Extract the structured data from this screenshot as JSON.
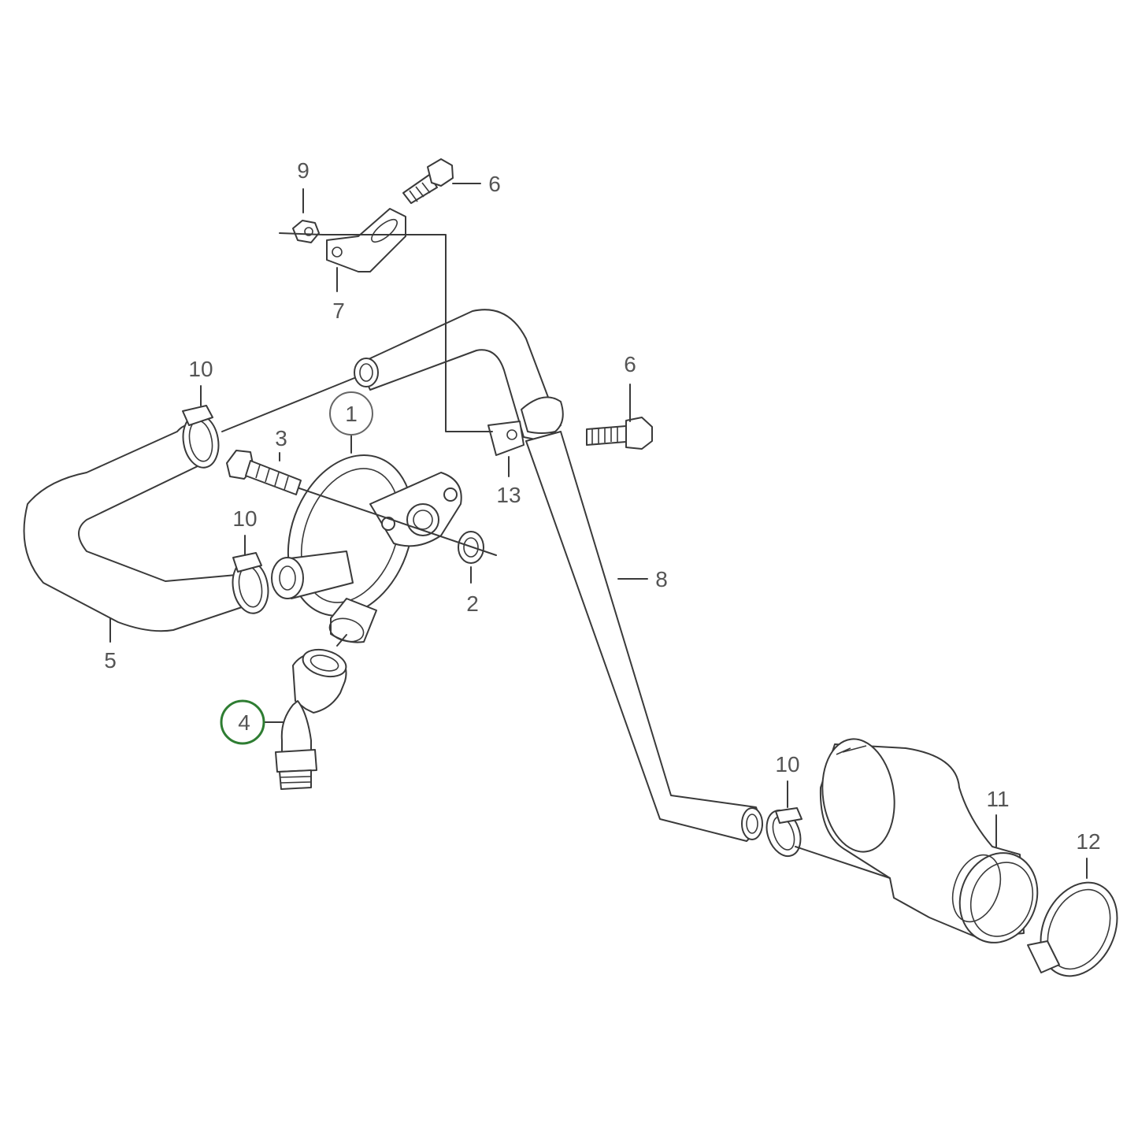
{
  "diagram": {
    "callouts": [
      {
        "id": "c1",
        "label": "1"
      },
      {
        "id": "c2",
        "label": "2"
      },
      {
        "id": "c3",
        "label": "3"
      },
      {
        "id": "c4",
        "label": "4"
      },
      {
        "id": "c5",
        "label": "5"
      },
      {
        "id": "c6a",
        "label": "6"
      },
      {
        "id": "c6b",
        "label": "6"
      },
      {
        "id": "c7",
        "label": "7"
      },
      {
        "id": "c8",
        "label": "8"
      },
      {
        "id": "c9",
        "label": "9"
      },
      {
        "id": "c10a",
        "label": "10"
      },
      {
        "id": "c10b",
        "label": "10"
      },
      {
        "id": "c10c",
        "label": "10"
      },
      {
        "id": "c11",
        "label": "11"
      },
      {
        "id": "c12",
        "label": "12"
      },
      {
        "id": "c13",
        "label": "13"
      }
    ],
    "highlight_color": "#2e7d32",
    "line_color": "#3a3a3a"
  }
}
